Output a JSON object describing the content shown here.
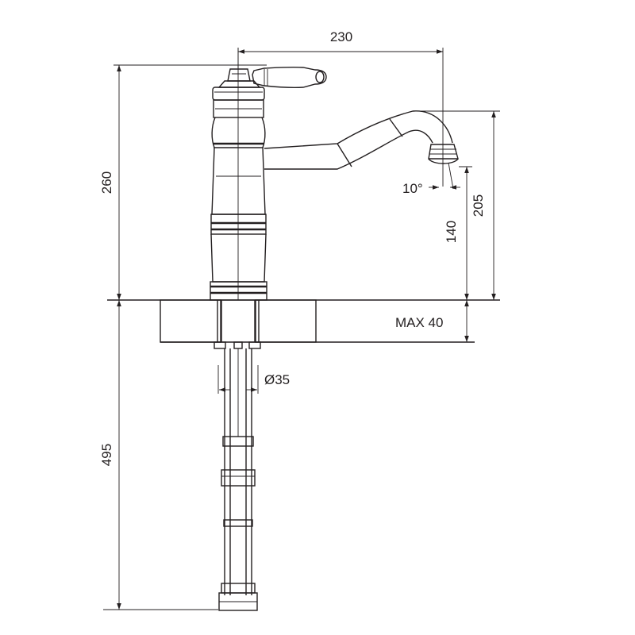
{
  "dimensions": {
    "spout_reach": "230",
    "total_height": "260",
    "spout_height": "205",
    "outlet_height": "140",
    "outlet_angle": "10°",
    "max_thickness": "MAX 40",
    "hose_diameter": "Ø35",
    "hose_length": "495"
  },
  "colors": {
    "line": "#231f20",
    "background": "#ffffff"
  }
}
